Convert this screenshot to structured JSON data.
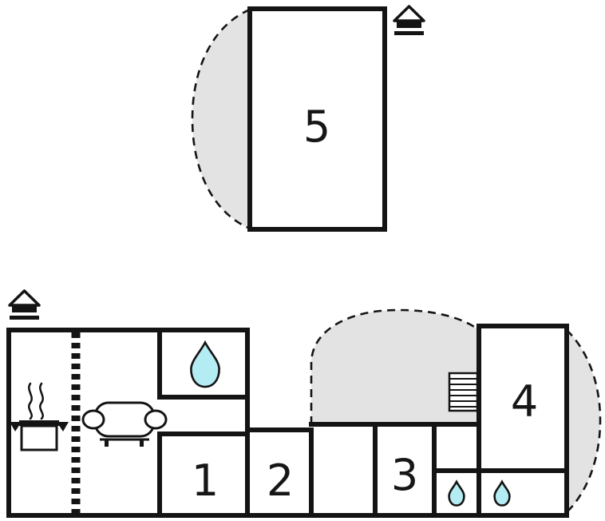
{
  "rooms": {
    "room1": {
      "label": "1"
    },
    "room2": {
      "label": "2"
    },
    "room3": {
      "label": "3"
    },
    "room4": {
      "label": "4"
    },
    "room5": {
      "label": "5"
    }
  },
  "colors": {
    "wall": "#141414",
    "terrace_fill": "#e3e3e3",
    "water_fill": "#b4ecf3",
    "background": "#ffffff"
  },
  "icons": {
    "entrance_top": "house-entrance-icon",
    "entrance_left": "house-entrance-icon",
    "kitchen": "kitchen-pot-icon",
    "living": "sofa-icon",
    "stairs": "stairs-icon",
    "bathroom_large": "water-drop-icon",
    "shower_left": "water-drop-icon",
    "shower_right": "water-drop-icon"
  }
}
